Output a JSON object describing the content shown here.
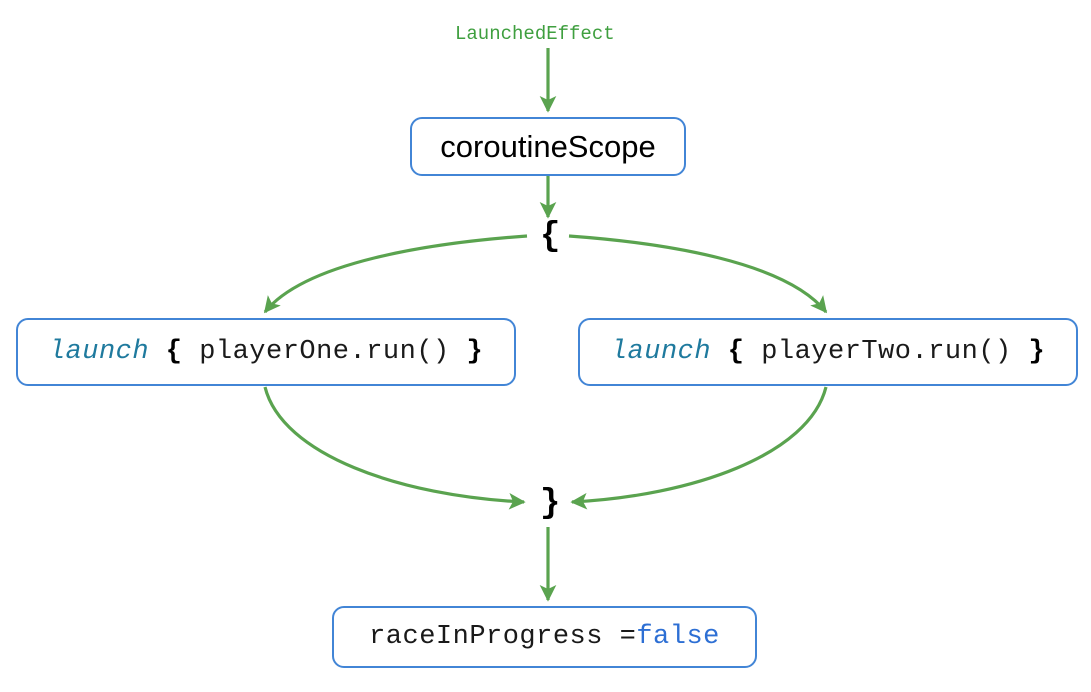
{
  "diagram": {
    "title_label": "LaunchedEffect",
    "accent_border_color": "#4285d6",
    "edge_color": "#5aa34f",
    "keyword_color": "#1f7a9e",
    "literal_color": "#2d6fd4",
    "label_color": "#3f9f3f",
    "open_brace": "{",
    "close_brace": "}",
    "nodes": {
      "scope": {
        "label": "coroutineScope"
      },
      "launch_one": {
        "keyword": "launch",
        "open": "{",
        "body": "playerOne.run()",
        "close": "}"
      },
      "launch_two": {
        "keyword": "launch",
        "open": "{",
        "body": "playerTwo.run()",
        "close": "}"
      },
      "result": {
        "assignment": "raceInProgress = ",
        "value": "false"
      }
    },
    "edges": [
      {
        "name": "launchedeffect-to-scope",
        "from": "LaunchedEffect",
        "to": "coroutineScope"
      },
      {
        "name": "scope-to-open-brace",
        "from": "coroutineScope",
        "to": "{"
      },
      {
        "name": "open-brace-to-launch-one",
        "from": "{",
        "to": "launch { playerOne.run() }"
      },
      {
        "name": "open-brace-to-launch-two",
        "from": "{",
        "to": "launch { playerTwo.run() }"
      },
      {
        "name": "launch-one-to-close-brace",
        "from": "launch { playerOne.run() }",
        "to": "}"
      },
      {
        "name": "launch-two-to-close-brace",
        "from": "launch { playerTwo.run() }",
        "to": "}"
      },
      {
        "name": "close-brace-to-result",
        "from": "}",
        "to": "raceInProgress = false"
      }
    ]
  }
}
